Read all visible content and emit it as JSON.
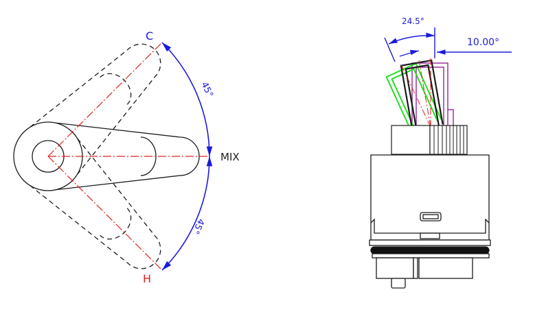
{
  "left_view": {
    "label_cold": "C",
    "label_mix": "MIX",
    "label_hot": "H",
    "angle_upper": "45°",
    "angle_lower": "45°"
  },
  "right_view": {
    "angle_tilt": "24.5°",
    "angle_offset": "10.00°"
  },
  "colors": {
    "dimension": "#1a1adc",
    "centerline": "#e02020",
    "outline": "#1a1a1a",
    "hot": "#e02020",
    "lever_alt": "#22dd22",
    "lever_ref": "#9b30a0"
  }
}
